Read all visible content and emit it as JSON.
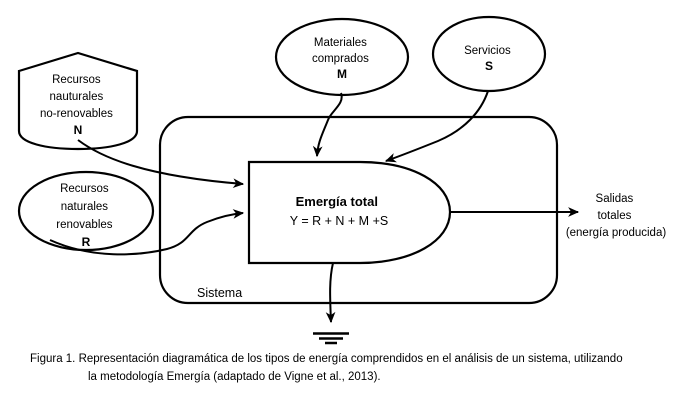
{
  "diagram": {
    "system": {
      "label": "Sistema"
    },
    "nonrenewable": {
      "line1": "Recursos",
      "line2": "nauturales",
      "line3": "no-renovables",
      "symbol": "N"
    },
    "renewable": {
      "line1": "Recursos",
      "line2": "naturales",
      "line3": "renovables",
      "symbol": "R"
    },
    "materials": {
      "line1": "Materiales",
      "line2": "comprados",
      "symbol": "M"
    },
    "services": {
      "line1": "Servicios",
      "symbol": "S"
    },
    "process": {
      "title": "Emergía total",
      "formula": "Y = R + N + M +S"
    },
    "output": {
      "line1": "Salidas",
      "line2": "totales",
      "line3": "(energía producida)"
    }
  },
  "caption": {
    "line1": "Figura 1. Representación diagramática de los tipos de energía comprendidos en el análisis de un sistema, utilizando",
    "line2": "la metodología Emergía (adaptado de Vigne et al., 2013)."
  },
  "colors": {
    "stroke": "#000000",
    "background": "#ffffff",
    "text": "#000000"
  }
}
